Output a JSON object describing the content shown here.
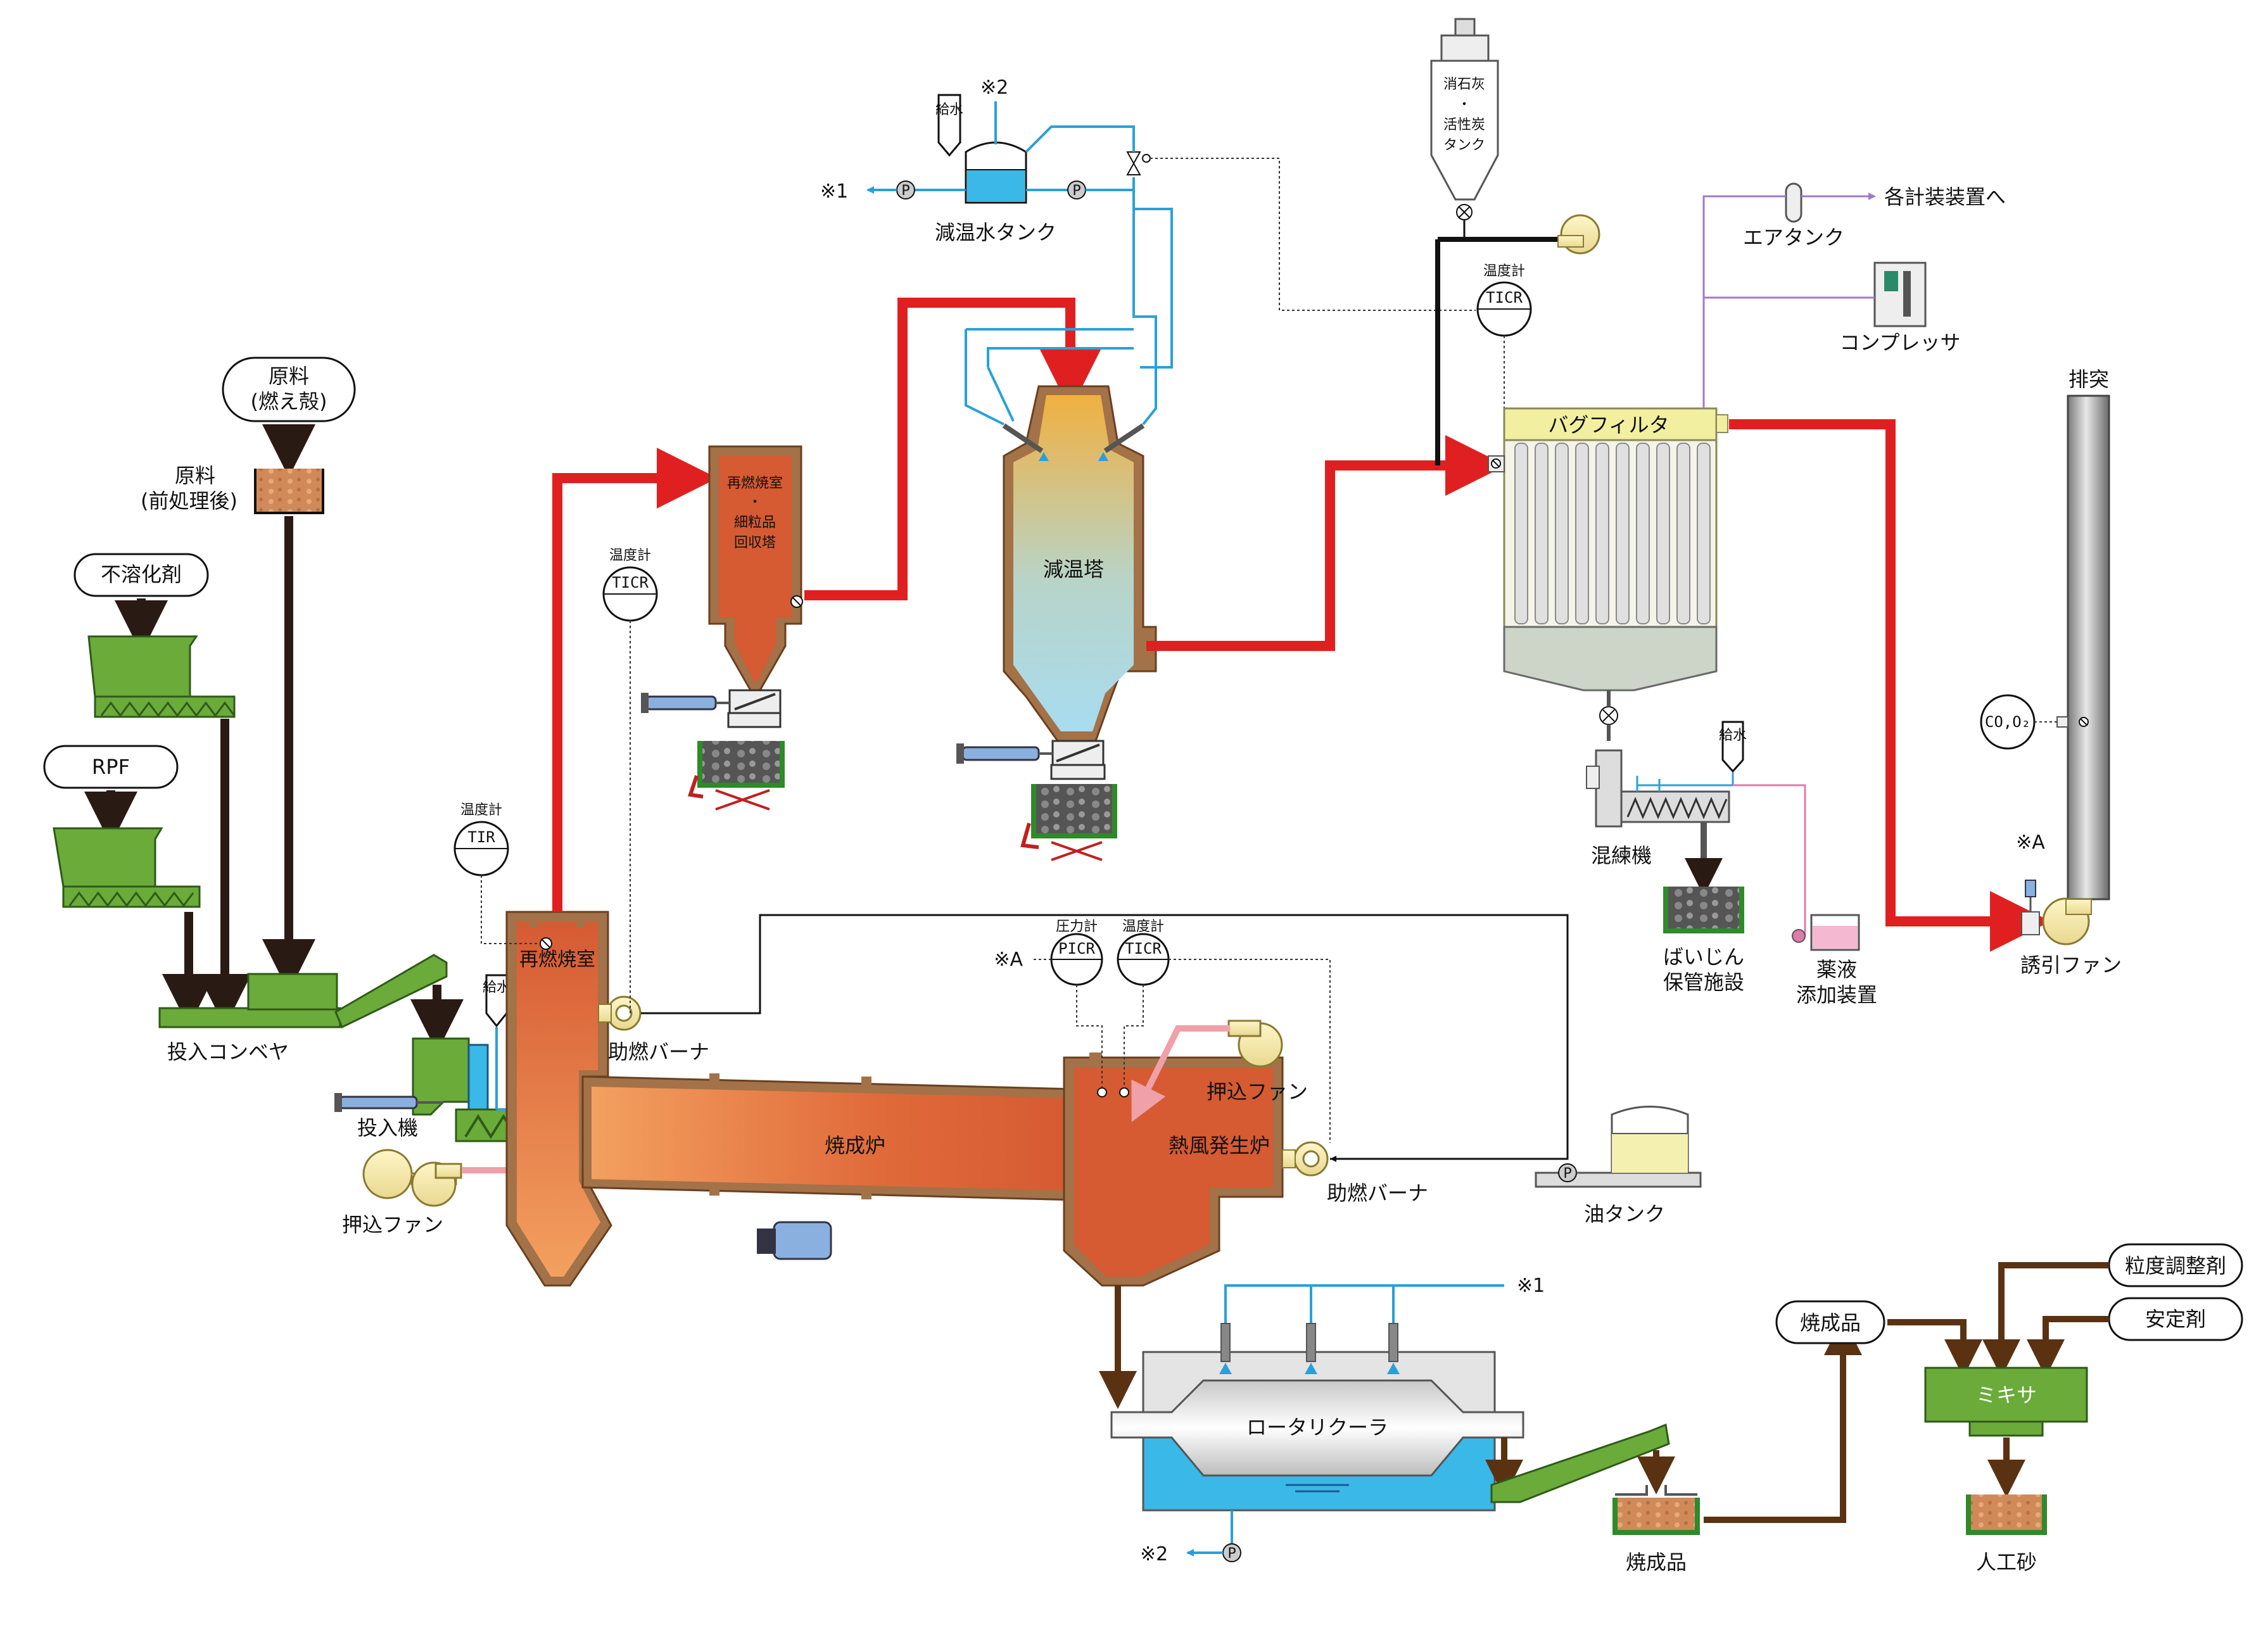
{
  "labels": {
    "raw_material": "原料",
    "husks": "(燃え殻)",
    "raw_pretreated_1": "原料",
    "raw_pretreated_2": "(前処理後)",
    "insolubilizer": "不溶化剤",
    "rpf": "RPF",
    "feed_conveyor": "投入コンベヤ",
    "feeder": "投入機",
    "push_fan_left": "押込ファン",
    "push_fan_right": "押込ファン",
    "reburn_chamber": "再燃焼室",
    "water_supply": "給水",
    "aux_burner_top": "助燃バーナ",
    "aux_burner_right": "助燃バーナ",
    "kiln": "焼成炉",
    "hot_air_gen": "熱風発生炉",
    "reburn_tower_1": "再燃焼室",
    "reburn_tower_2": "・",
    "reburn_tower_3": "細粒品",
    "reburn_tower_4": "回収塔",
    "cooling_tower": "減温塔",
    "cooling_water_tank": "減温水タンク",
    "lime_tank_1": "消石灰",
    "lime_tank_2": "・",
    "lime_tank_3": "活性炭",
    "lime_tank_4": "タンク",
    "bag_filter": "バグフィルタ",
    "air_tank": "エアタンク",
    "to_instruments": "各計装装置へ",
    "compressor": "コンプレッサ",
    "stack": "排突",
    "kneader": "混練機",
    "dust_storage_1": "ばいじん",
    "dust_storage_2": "保管施設",
    "chem_dosing_1": "薬液",
    "chem_dosing_2": "添加装置",
    "induced_fan": "誘引ファン",
    "oil_tank": "油タンク",
    "rotary_cooler": "ロータリクーラ",
    "calcined_product": "焼成品",
    "calcined_product_box": "焼成品",
    "grain_adjuster": "粒度調整剤",
    "stabilizer": "安定剤",
    "mixer": "ミキサ",
    "artificial_sand": "人工砂",
    "note1": "※1",
    "note2": "※2",
    "noteA": "※A",
    "thermometer": "温度計",
    "pressure_gauge": "圧力計",
    "tir": "TIR",
    "ticr": "TICR",
    "picr": "PICR",
    "co_o2": "CO,O₂",
    "pump": "P"
  },
  "colors": {
    "gas_flow": "#e02020",
    "solid_flow": "#2a1a14",
    "product_flow": "#5a3212",
    "water_line": "#2aa0d8",
    "air_line": "#a07ac8",
    "chem_line": "#e07aa8",
    "furnace_fill": "#d65a32",
    "furnace_wall": "#a37248",
    "green_equipment": "#6aab3a",
    "water_tank": "#3ab8e8"
  }
}
